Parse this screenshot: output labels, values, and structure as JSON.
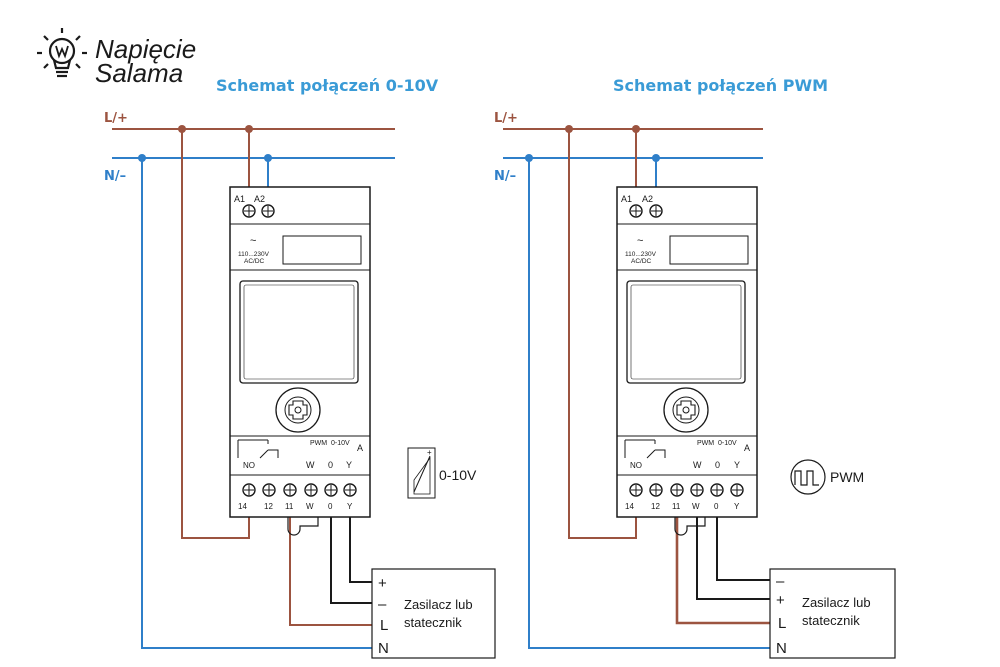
{
  "brand": {
    "line1": "Napięcie",
    "line2": "Salama"
  },
  "titles": {
    "left": "Schemat połączeń 0-10V",
    "right": "Schemat połączeń PWM"
  },
  "rails": {
    "line": "L/+",
    "neutral": "N/–"
  },
  "colors": {
    "live": "#9c5440",
    "neutral": "#2f7fc9",
    "title": "#3a9bd6",
    "device": "#1a1a1a"
  },
  "device": {
    "top_terminals": [
      "A1",
      "A2"
    ],
    "supply_text": [
      "110...230V",
      "AC/DC"
    ],
    "relay_label": "NO",
    "signal_header_pwm": "PWM",
    "signal_header_010": "0-10V",
    "signal_header_a": "A",
    "signal_labels": [
      "W",
      "0",
      "Y"
    ],
    "bottom_terminals": [
      "14",
      "12",
      "11",
      "W",
      "0",
      "Y"
    ],
    "knob": "settings-knob"
  },
  "signals": {
    "analog_label": "0-10V",
    "pwm_label": "PWM"
  },
  "psu_left": {
    "pins": [
      "+",
      "–",
      "L",
      "N"
    ],
    "caption1": "Zasilacz lub",
    "caption2": "statecznik"
  },
  "psu_right": {
    "pins": [
      "–",
      "+",
      "L",
      "N"
    ],
    "caption1": "Zasilacz lub",
    "caption2": "statecznik"
  }
}
